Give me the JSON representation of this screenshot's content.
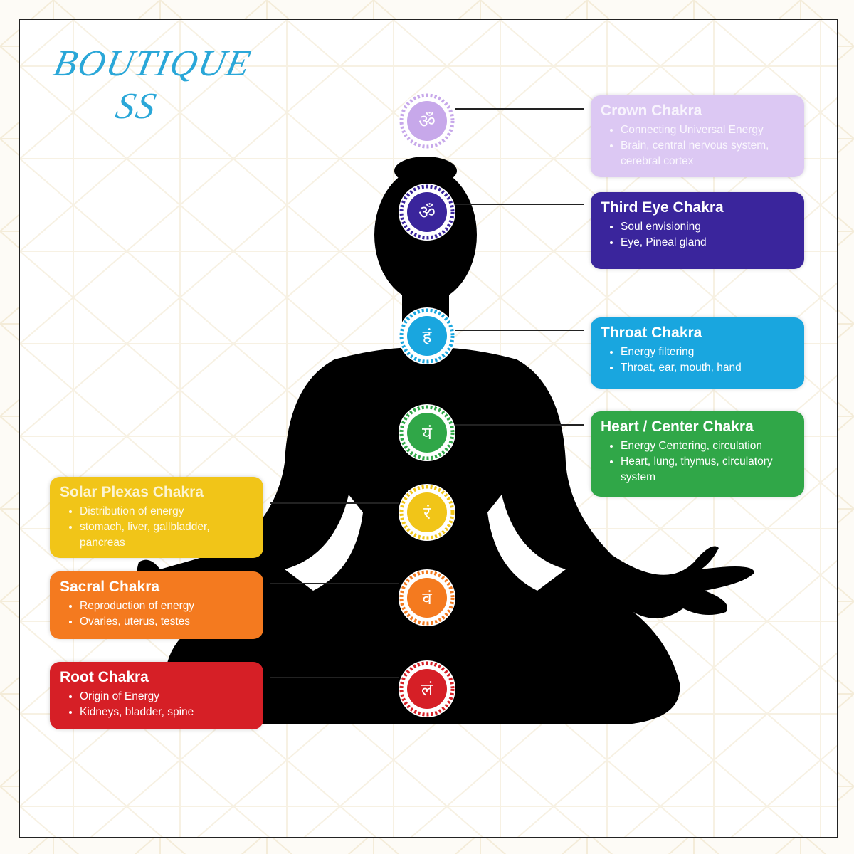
{
  "brand": {
    "line1": "BOUTIQUE",
    "line2": "SS",
    "color": "#2aa7d8"
  },
  "colors": {
    "background": "#fdfbf6",
    "frame": "#ffffff",
    "silhouette": "#000000",
    "pattern": "#f4ecd9"
  },
  "chakras": [
    {
      "id": "crown",
      "title": "Crown Chakra",
      "color": "#dcc8f3",
      "text_color": "#ffffff",
      "icon": "om-symbol-icon",
      "glyph": "ॐ",
      "bullets": [
        "Connecting Universal Energy",
        "Brain, central nervous system, cerebral cortex"
      ]
    },
    {
      "id": "third-eye",
      "title": "Third Eye Chakra",
      "color": "#3a259c",
      "text_color": "#ffffff",
      "icon": "ajna-symbol-icon",
      "glyph": "ॐ",
      "bullets": [
        "Soul envisioning",
        "Eye, Pineal gland"
      ]
    },
    {
      "id": "throat",
      "title": "Throat Chakra",
      "color": "#19a6df",
      "text_color": "#ffffff",
      "icon": "ham-symbol-icon",
      "glyph": "हं",
      "bullets": [
        "Energy filtering",
        "Throat, ear, mouth, hand"
      ]
    },
    {
      "id": "heart",
      "title": "Heart / Center Chakra",
      "color": "#30a748",
      "text_color": "#ffffff",
      "icon": "yam-symbol-icon",
      "glyph": "यं",
      "bullets": [
        "Energy Centering, circulation",
        "Heart, lung, thymus, circulatory system"
      ]
    },
    {
      "id": "solar",
      "title": "Solar Plexas Chakra",
      "color": "#f1c518",
      "text_color": "#ffffff",
      "icon": "ram-symbol-icon",
      "glyph": "रं",
      "bullets": [
        "Distribution of energy",
        "stomach, liver, gallbladder, pancreas"
      ]
    },
    {
      "id": "sacral",
      "title": "Sacral Chakra",
      "color": "#f47a1f",
      "text_color": "#ffffff",
      "icon": "vam-symbol-icon",
      "glyph": "वं",
      "bullets": [
        "Reproduction of energy",
        "Ovaries, uterus, testes"
      ]
    },
    {
      "id": "root",
      "title": "Root Chakra",
      "color": "#d61f26",
      "text_color": "#ffffff",
      "icon": "lam-symbol-icon",
      "glyph": "लं",
      "bullets": [
        "Origin of Energy",
        "Kidneys, bladder, spine"
      ]
    }
  ]
}
